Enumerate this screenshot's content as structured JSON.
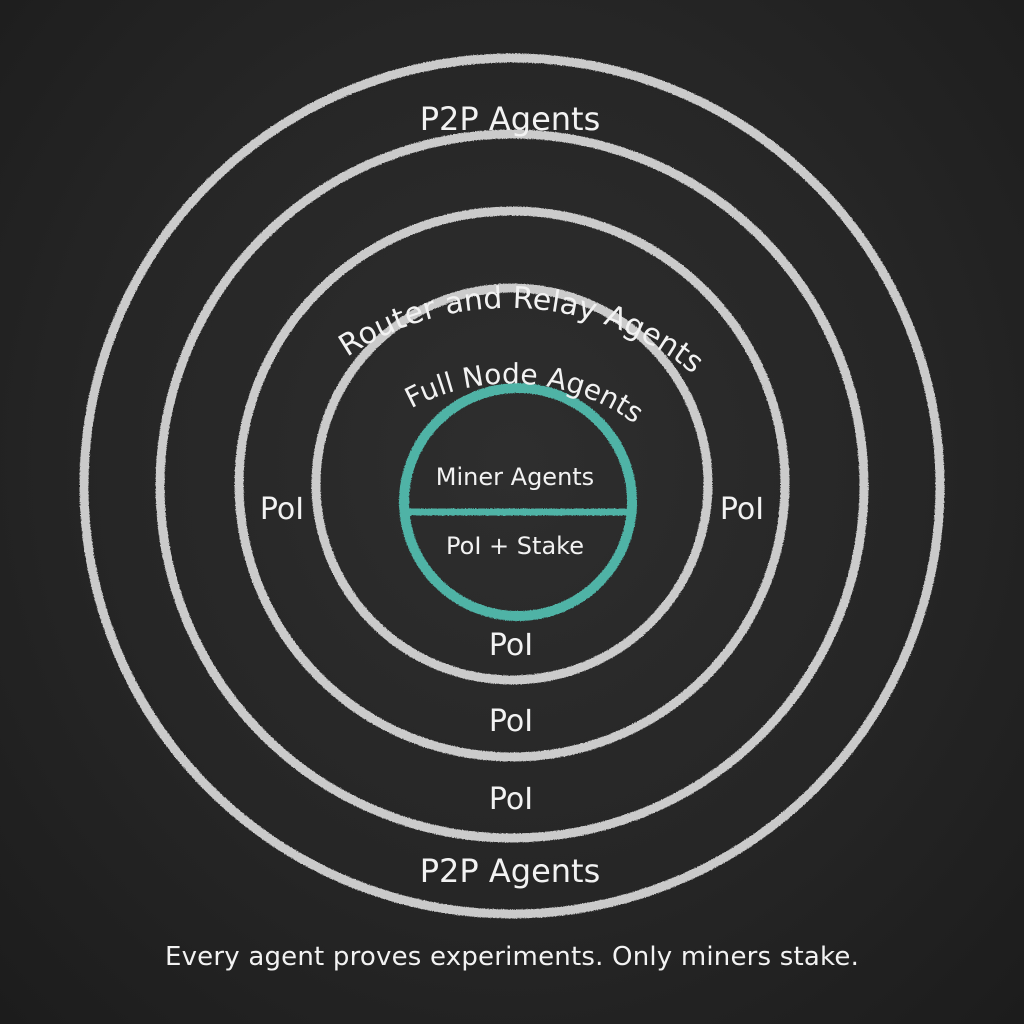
{
  "diagram": {
    "rings": [
      {
        "label_top": "P2P Agents",
        "label_bottom": "P2P Agents"
      },
      {
        "label_arc": "Router and Relay Agents",
        "label_bottom": "PoI"
      },
      {
        "label_arc": "Full Node Agents",
        "label_bottom": "PoI"
      },
      {
        "label_bottom": "PoI"
      }
    ],
    "side_labels": {
      "left": "PoI",
      "right": "PoI"
    },
    "core": {
      "top_label": "Miner Agents",
      "bottom_label": "PoI + Stake",
      "color": "#4fb3a6"
    },
    "chalk_color": "#d9d9d9"
  },
  "footer": "Every agent proves experiments. Only miners stake."
}
